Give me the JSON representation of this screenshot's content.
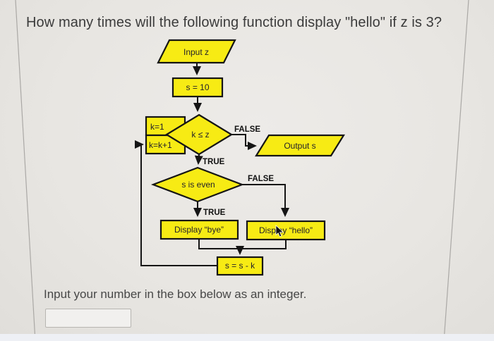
{
  "window": {
    "title_question": "How many times will the following function display \"hello\" if z is 3?",
    "instruction": "Input your number in the box below as an integer.",
    "answer_input": {
      "value": "",
      "placeholder": ""
    }
  },
  "flowchart": {
    "input_z_label": "Input z",
    "s_init_label": "s = 10",
    "k_init_label": "k=1",
    "k_increment_label": "k=k+1",
    "k_condition_label": "k ≤ z",
    "false_label_1": "FALSE",
    "true_label_1": "TRUE",
    "output_s_label": "Output s",
    "even_condition_label": "s is even",
    "false_label_2": "FALSE",
    "true_label_2": "TRUE",
    "display_bye_label": "Display “bye”",
    "display_hello_label": "Display “hello”",
    "s_update_label": "s = s - k"
  },
  "colors": {
    "node_fill": "#f7eb14",
    "node_border": "#151515",
    "background": "#e8e6e2",
    "bottom_strip": "#eef0f5"
  }
}
